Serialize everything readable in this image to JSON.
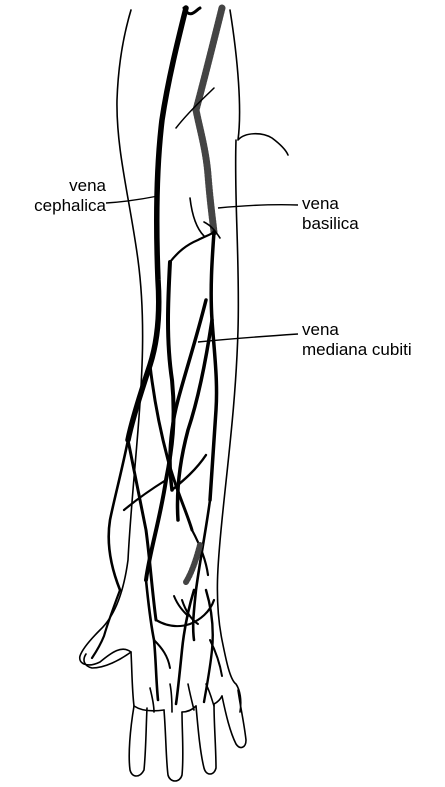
{
  "diagram": {
    "labels": {
      "cephalica": {
        "line1": "vena",
        "line2": "cephalica"
      },
      "basilica": {
        "line1": "vena",
        "line2": "basilica"
      },
      "mediana": {
        "line1": "vena",
        "line2": "mediana cubiti"
      }
    }
  }
}
